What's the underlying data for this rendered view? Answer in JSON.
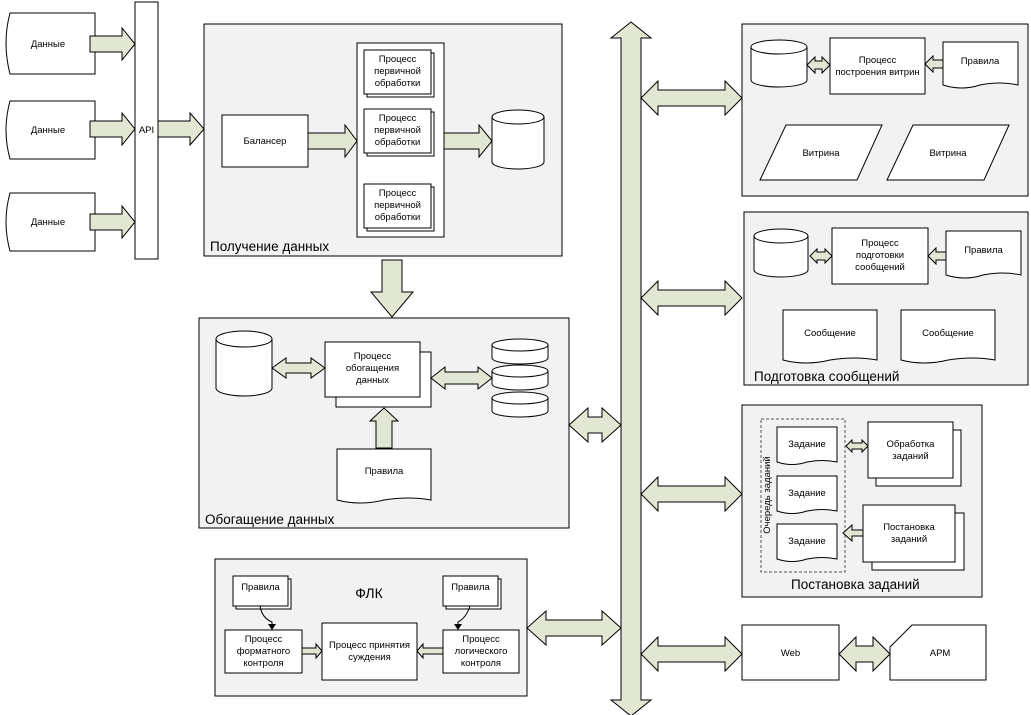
{
  "sources": {
    "label": "Данные"
  },
  "api": {
    "label": "API"
  },
  "receive": {
    "title": "Получение данных",
    "balancer": "Балансер",
    "process": [
      "Процесс",
      "первичной",
      "обработки"
    ]
  },
  "enrich": {
    "title": "Обогащение данных",
    "process": [
      "Процесс",
      "обогащения",
      "данных"
    ],
    "rules": "Правила"
  },
  "flk": {
    "title": "ФЛК",
    "rules": "Правила",
    "format_ctrl": [
      "Процесс",
      "форматного",
      "контроля"
    ],
    "judgement": [
      "Процесс принятия",
      "суждения"
    ],
    "logic_ctrl": [
      "Процесс",
      "логического",
      "контроля"
    ]
  },
  "showcases": {
    "process": [
      "Процесс",
      "построения витрин"
    ],
    "rules": "Правила",
    "showcase": "Витрина"
  },
  "messages": {
    "title": "Подготовка сообщений",
    "process": [
      "Процесс",
      "подготовки",
      "сообщений"
    ],
    "rules": "Правила",
    "message": "Сообщение"
  },
  "tasks": {
    "title": "Постановка заданий",
    "queue": "Очередь заданий",
    "task": "Задание",
    "processing": [
      "Обработка",
      "заданий"
    ],
    "setting": [
      "Постановка",
      "заданий"
    ]
  },
  "web": {
    "label": "Web"
  },
  "arm": {
    "label": "АРМ"
  }
}
